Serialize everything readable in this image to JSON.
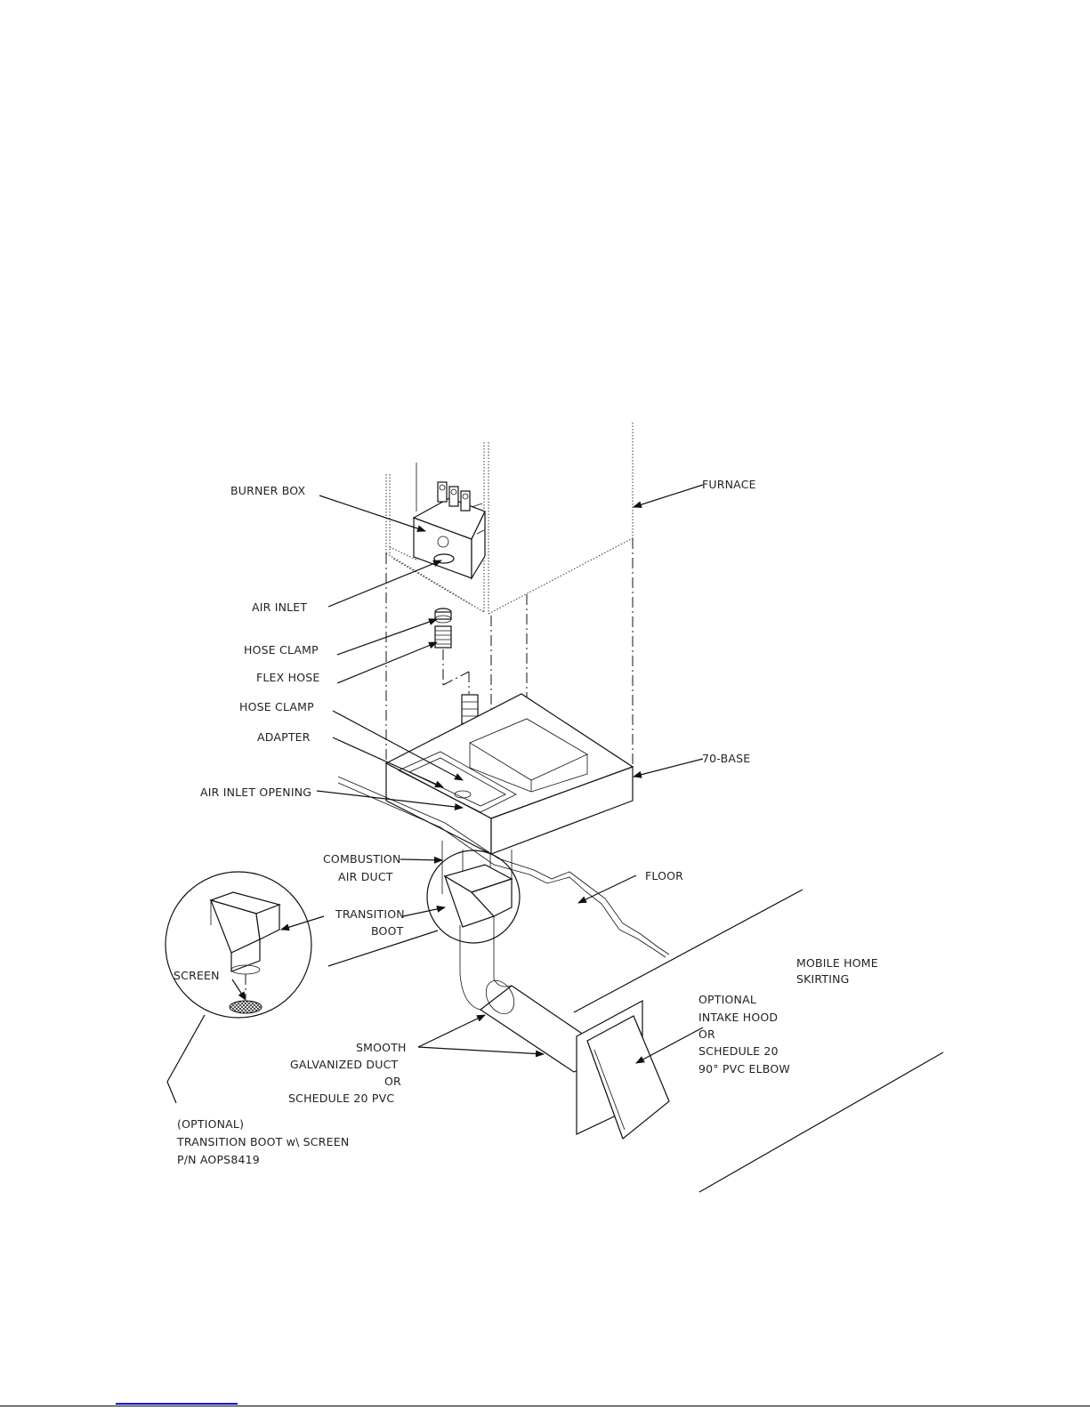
{
  "labels": {
    "burner_box": "BURNER BOX",
    "furnace": "FURNACE",
    "air_inlet": "AIR INLET",
    "hose_clamp_upper": "HOSE CLAMP",
    "flex_hose": "FLEX HOSE",
    "hose_clamp_lower": "HOSE CLAMP",
    "adapter": "ADAPTER",
    "air_inlet_opening": "AIR INLET OPENING",
    "base": "70-BASE",
    "combustion_line1": "COMBUSTION",
    "combustion_line2": "AIR DUCT",
    "floor": "FLOOR",
    "transition_line1": "TRANSITION",
    "transition_line2": "BOOT",
    "screen": "SCREEN",
    "skirting_line1": "MOBILE HOME",
    "skirting_line2": "SKIRTING",
    "hood_line1": "OPTIONAL",
    "hood_line2": "INTAKE HOOD",
    "hood_line3": "OR",
    "hood_line4": "SCHEDULE 20",
    "hood_line5": "90° PVC ELBOW",
    "duct_line1": "SMOOTH",
    "duct_line2": "GALVANIZED DUCT",
    "duct_line3": "OR",
    "duct_line4": "SCHEDULE 20 PVC",
    "boot_line1": "(OPTIONAL)",
    "boot_line2": "TRANSITION BOOT w\\ SCREEN",
    "boot_line3": "P/N AOPS8419"
  },
  "colors": {
    "line": "#111111",
    "text": "#222222",
    "footer_link": "#0000ee"
  }
}
